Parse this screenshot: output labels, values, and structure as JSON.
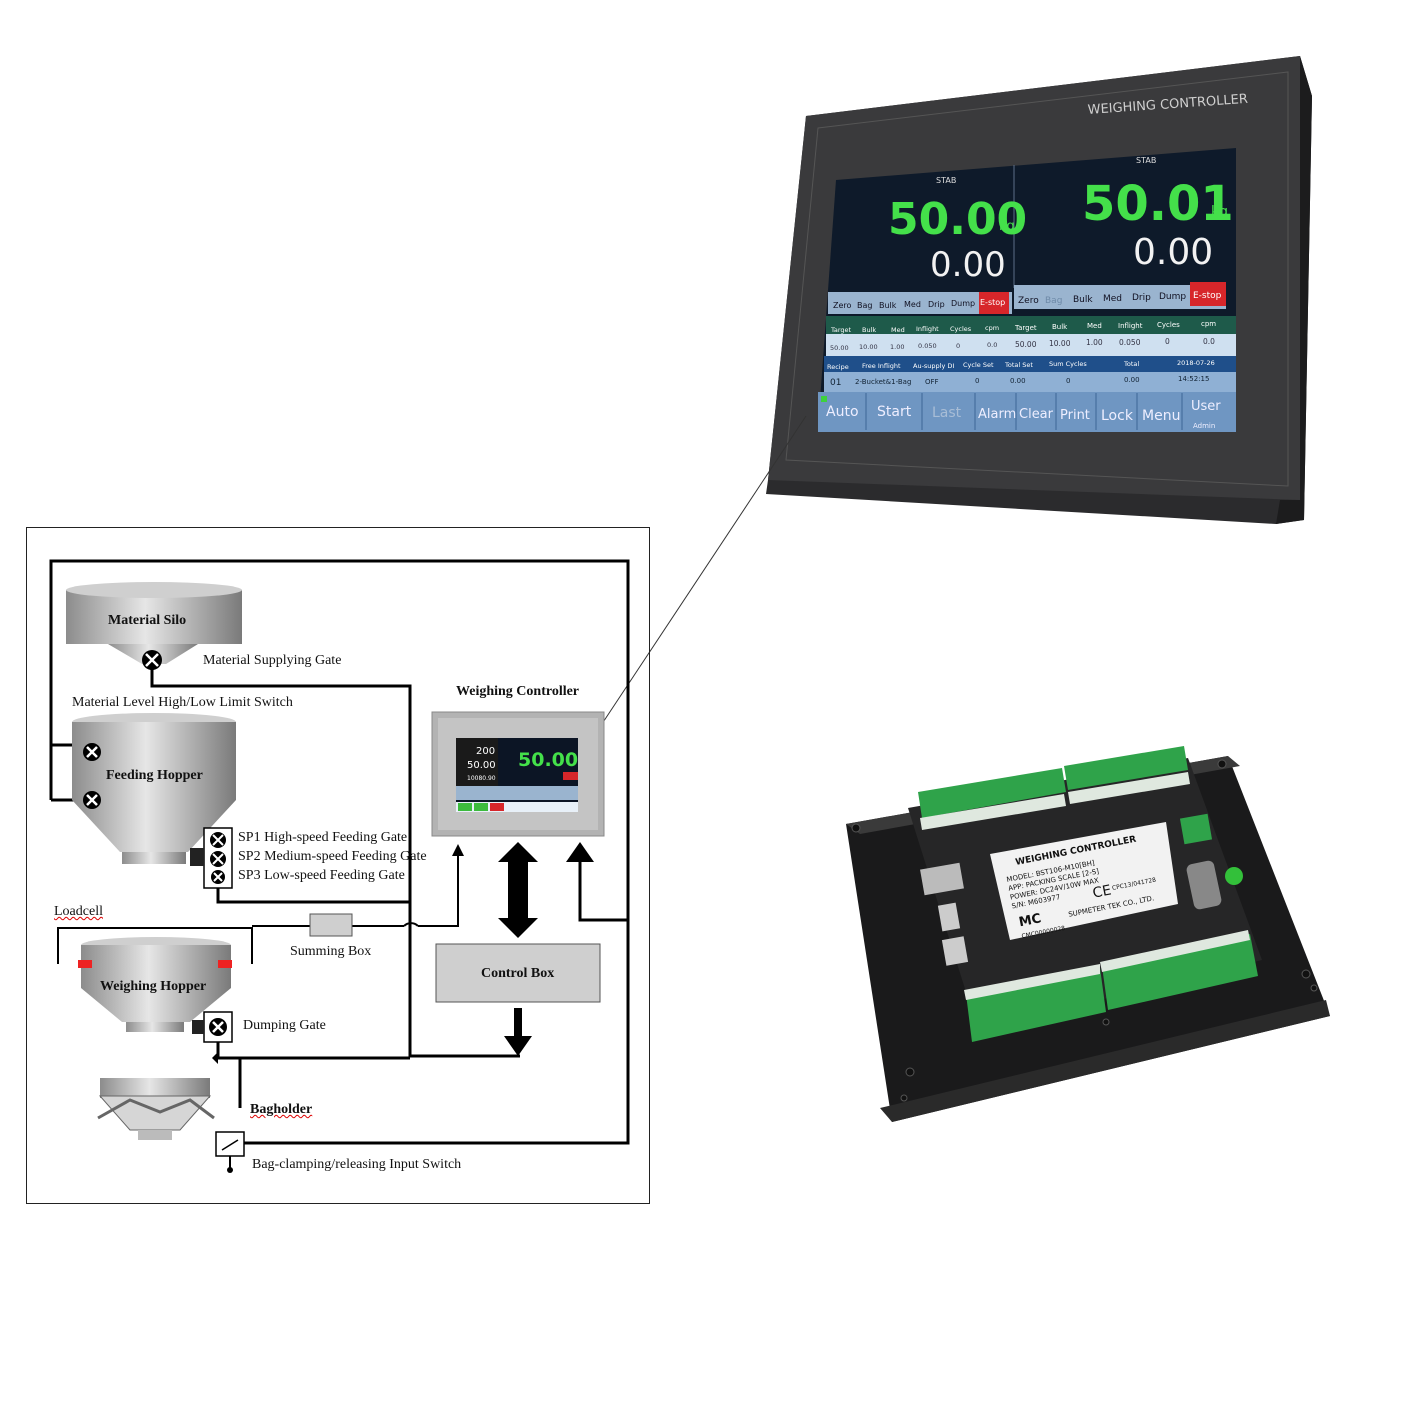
{
  "controller_photo": {
    "brand_label": "WEIGHING CONTROLLER",
    "left_scale": {
      "stab": "STAB",
      "weight": "50.00",
      "unit": "kg",
      "sub_value": "0.00"
    },
    "right_scale": {
      "stab": "STAB",
      "weight": "50.01",
      "unit": "kg",
      "sub_value": "0.00"
    },
    "left_buttons": [
      "Zero",
      "Bag",
      "Bulk",
      "Med",
      "Drip",
      "Dump",
      "E-stop"
    ],
    "right_buttons": [
      "Zero",
      "Bag",
      "Bulk",
      "Med",
      "Drip",
      "Dump",
      "E-stop"
    ],
    "params_headers_left": [
      "Target",
      "Bulk",
      "Med",
      "Inflight",
      "Cycles",
      "cpm"
    ],
    "params_values_left": [
      "50.00",
      "10.00",
      "1.00",
      "0.050",
      "0",
      "0.0"
    ],
    "params_headers_right": [
      "Target",
      "Bulk",
      "Med",
      "Inflight",
      "Cycles",
      "cpm"
    ],
    "params_values_right": [
      "50.00",
      "10.00",
      "1.00",
      "0.050",
      "0",
      "0.0"
    ],
    "info_headers": [
      "Recipe",
      "Free Inflight",
      "Au-supply DI",
      "Cycle Set",
      "Total Set",
      "Sum Cycles",
      "Total",
      "2018-07-26"
    ],
    "info_values": [
      "01",
      "2-Bucket&1-Bag",
      "OFF",
      "0",
      "0.00",
      "0",
      "0.00",
      "14:52:15"
    ],
    "bottom_buttons": [
      "Auto",
      "Start",
      "Last",
      "Alarm",
      "Clear",
      "Print",
      "Lock",
      "Menu",
      "User"
    ],
    "user_sub": "Admin"
  },
  "back_photo": {
    "title": "WEIGHING CONTROLLER",
    "lines": [
      "MODEL: BST106-M10[BH]",
      "APP: PACKING SCALE [2-S]",
      "POWER: DC24V/10W MAX",
      "S/N: M603977"
    ],
    "cert": "CPC13/041728",
    "logo": "MC",
    "company": "SUPMETER TEK CO., LTD.",
    "code": "CMC00000028"
  },
  "diagram": {
    "material_silo": "Material Silo",
    "material_supplying_gate": "Material Supplying Gate",
    "level_switch": "Material Level High/Low Limit Switch",
    "feeding_hopper": "Feeding Hopper",
    "sp1": "SP1 High-speed Feeding Gate",
    "sp2": "SP2 Medium-speed Feeding Gate",
    "sp3": "SP3 Low-speed Feeding Gate",
    "loadcell": "Loadcell",
    "summing_box": "Summing Box",
    "weighing_hopper": "Weighing Hopper",
    "dumping_gate": "Dumping Gate",
    "bagholder": "Bagholder",
    "bag_switch": "Bag-clamping/releasing Input Switch",
    "weighing_controller": "Weighing Controller",
    "control_box": "Control Box",
    "mini_screen": {
      "v1": "200",
      "v2": "50.00",
      "v3": "10080.90",
      "big": "50.00"
    }
  }
}
